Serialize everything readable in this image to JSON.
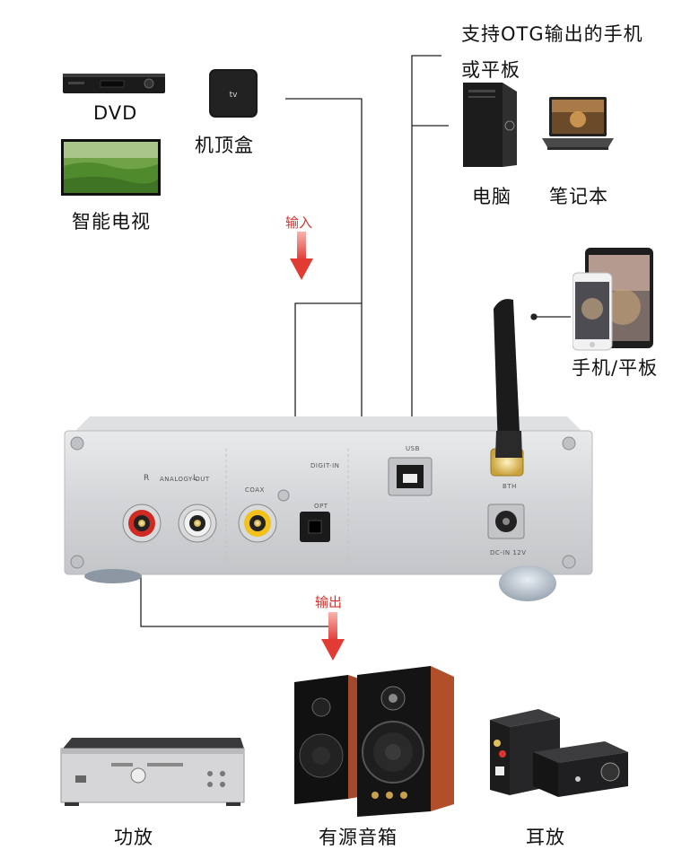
{
  "sources": {
    "dvd": "DVD",
    "settop": "机顶盒",
    "tv": "智能电视",
    "otg_line1": "支持OTG输出的手机",
    "otg_line2": "或平板",
    "pc": "电脑",
    "laptop": "笔记本",
    "phone_tablet": "手机/平板"
  },
  "arrows": {
    "input": "输入",
    "output": "输出"
  },
  "device_panel": {
    "analog_out": "ANALOGY-OUT",
    "left_ch": "L",
    "right_ch": "R",
    "digit_in": "DIGIT-IN",
    "coax": "COAX",
    "opt": "OPT",
    "usb": "USB",
    "bt": "BTH",
    "dc_in": "DC-IN 12V"
  },
  "outputs": {
    "amplifier": "功放",
    "active_speakers": "有源音箱",
    "headphone_amp": "耳放"
  },
  "colors": {
    "arrow": "#e23b34",
    "wire": "#222222",
    "chassis": "#d9dadc"
  }
}
